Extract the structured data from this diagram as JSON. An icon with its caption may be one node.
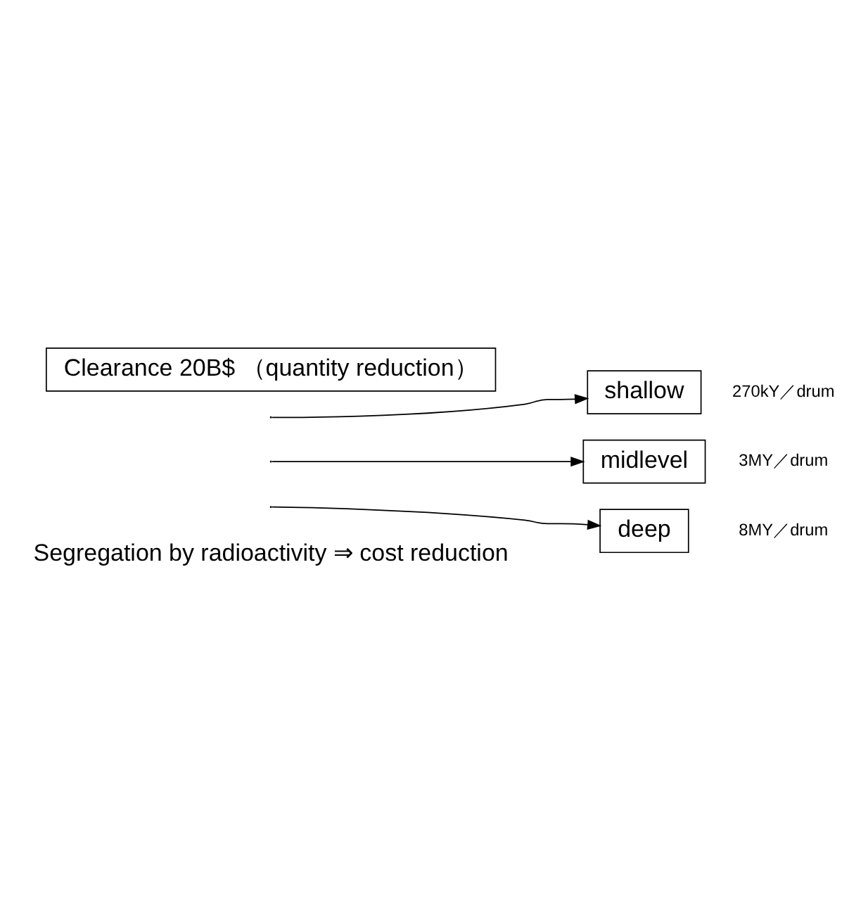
{
  "diagram": {
    "nodes": [
      {
        "text": [
          "Clearance 20B$ （quantity reduction）"
        ]
      },
      {
        "text": [
          "shallow"
        ],
        "beside": [
          "270kY／drum"
        ]
      },
      {
        "text": [
          "midlevel"
        ],
        "beside": [
          "3MY／drum"
        ]
      },
      {
        "text": [
          "deep"
        ],
        "beside": [
          "8MY／drum"
        ]
      }
    ],
    "edges": [
      {
        "from": null,
        "to": 1,
        "arrow": "to"
      },
      {
        "from": null,
        "to": 2,
        "arrow": "to"
      },
      {
        "from": null,
        "to": 3,
        "arrow": "to"
      }
    ],
    "labels": [
      "Segregation by radioactivity ⇒ cost reduction"
    ]
  }
}
